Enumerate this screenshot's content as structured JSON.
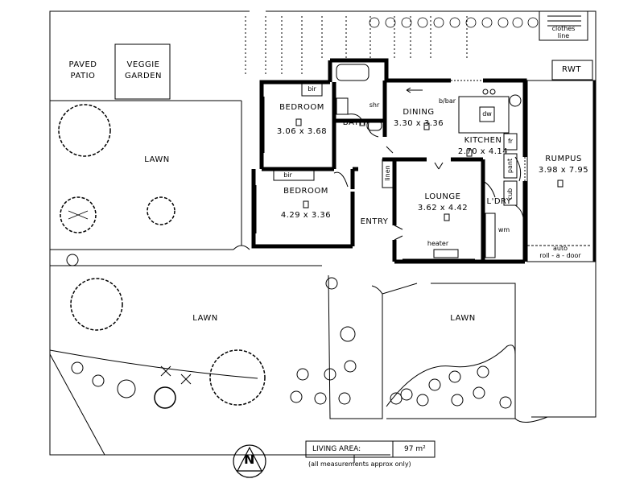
{
  "outdoor": {
    "paved_patio": [
      "PAVED",
      "PATIO"
    ],
    "veggie_garden": [
      "VEGGIE",
      "GARDEN"
    ],
    "lawn_upper": "LAWN",
    "lawn_left": "LAWN",
    "lawn_right": "LAWN",
    "clothes_line": [
      "clothes",
      "line"
    ],
    "rwt": "RWT"
  },
  "rooms": {
    "bedroom1": {
      "name": "BEDROOM",
      "dims": "3.06 x 3.68"
    },
    "bedroom2": {
      "name": "BEDROOM",
      "dims": "4.29 x 3.36"
    },
    "bath": "BATH",
    "shr": "shr",
    "dining": {
      "name": "DINING",
      "dims": "3.30 x 3.36"
    },
    "kitchen": {
      "name": "KITCHEN",
      "dims": "2.70 x 4.14"
    },
    "lounge": {
      "name": "LOUNGE",
      "dims": "3.62 x 4.42"
    },
    "rumpus": {
      "name": "RUMPUS",
      "dims": "3.98 x 7.95"
    },
    "entry": "ENTRY",
    "laundry": "L'DRY"
  },
  "fixtures": {
    "bir1": "bir",
    "bir2": "bir",
    "bbar": "b/bar",
    "dw": "dw",
    "fr": "fr",
    "pantry": "pant",
    "cub": "cub",
    "linen": "linen",
    "wm": "wm",
    "heater": "heater",
    "auto_door": [
      "auto",
      "roll - a - door"
    ]
  },
  "legend": {
    "living_area_label": "LIVING AREA:",
    "living_area_value": "97 m²",
    "note": "(all measurements approx only)"
  },
  "compass": {
    "letter": "N"
  }
}
